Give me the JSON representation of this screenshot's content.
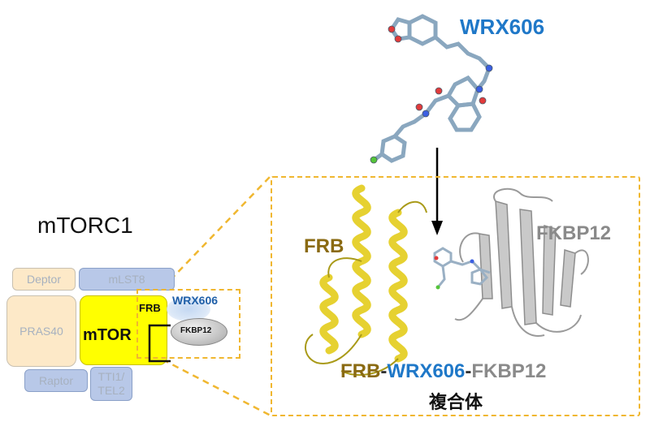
{
  "molecule_label": "WRX606",
  "complex_title": "mTORC1",
  "complex_blocks": {
    "deptor": "Deptor",
    "mlst8": "mLST8",
    "pras40": "PRAS40",
    "mtor": "mTOR",
    "frb": "FRB",
    "raptor": "Raptor",
    "tti1_line1": "TTI1/",
    "tti1_line2": "TEL2",
    "small_wrx606": "WRX606",
    "small_fkbp12": "FKBP12"
  },
  "structure": {
    "frb_label": "FRB",
    "fkbp12_label": "FKBP12",
    "caption_frb": "FRB",
    "caption_dash1": "-",
    "caption_wrx606": "WRX606",
    "caption_dash2": "-",
    "caption_fkbp12": "FKBP12",
    "caption_complex": "複合体"
  },
  "colors": {
    "frb_text": "#8a6a12",
    "wrx606_text": "#1f78c8",
    "fkbp12_text": "#8a8a8a",
    "mtor_fill": "#ffff00",
    "dashed_border": "#f0b730",
    "frb_ribbon": "#e8d42a",
    "fkbp_ribbon": "#bdbdbd"
  }
}
